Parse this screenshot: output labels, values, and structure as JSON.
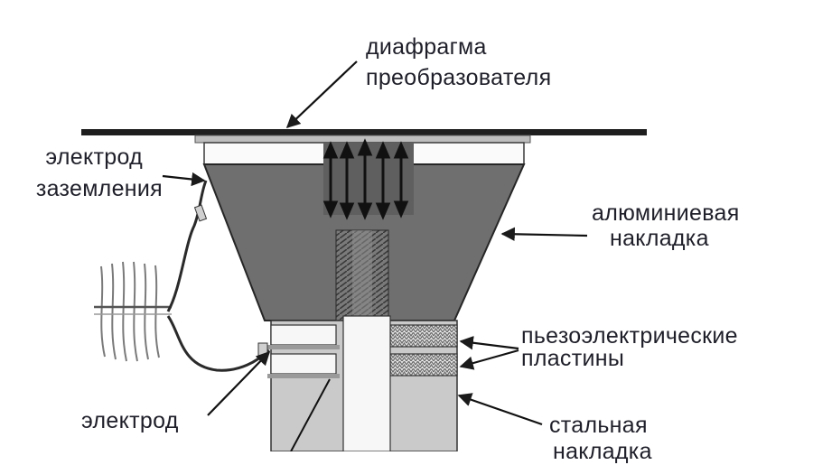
{
  "labels": {
    "diaphragm": [
      "диафрагма",
      "преобразователя"
    ],
    "ground_electrode": [
      "электрод",
      "заземления"
    ],
    "aluminum_cover": [
      "алюминиевая",
      "накладка"
    ],
    "piezo_plates": [
      "пьезоэлектрические",
      "пластины"
    ],
    "electrode": "электрод",
    "steel_cover": [
      "стальная",
      "накладка"
    ]
  },
  "colors": {
    "horn": "#6d6d6d",
    "horn_edge": "#2a2a2a",
    "diaphragm": "#1e1e1e",
    "steel": "#c9c9c9",
    "rod": "#f4f4f4",
    "piezo_pattern": "#8a8a8a",
    "text": "#1f1f2a",
    "wire": "#303030"
  }
}
